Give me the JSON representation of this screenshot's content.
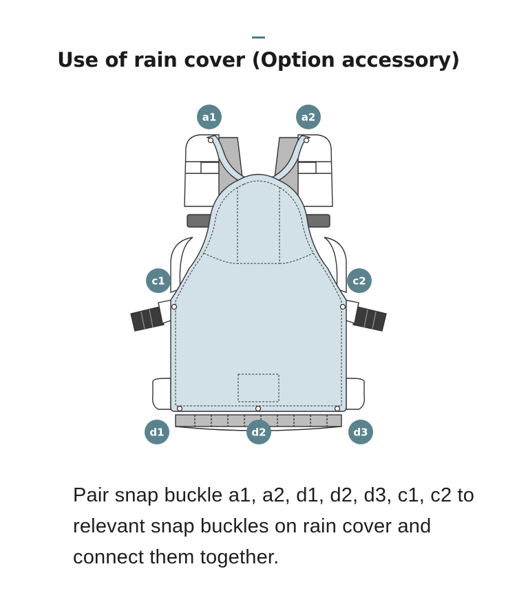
{
  "header": {
    "title": "Use of rain cover (Option accessory)"
  },
  "figure": {
    "callouts": {
      "a1": "a1",
      "a2": "a2",
      "c1": "c1",
      "c2": "c2",
      "d1": "d1",
      "d2": "d2",
      "d3": "d3"
    },
    "colors": {
      "cover_fill": "#d2e1e8",
      "callout_fill": "#5a838e",
      "strap_gray": "#b9b9b9",
      "outline": "#333333"
    }
  },
  "caption": {
    "text": "Pair snap buckle a1, a2, d1, d2, d3, c1, c2 to relevant snap buckles on rain cover and connect them together."
  }
}
